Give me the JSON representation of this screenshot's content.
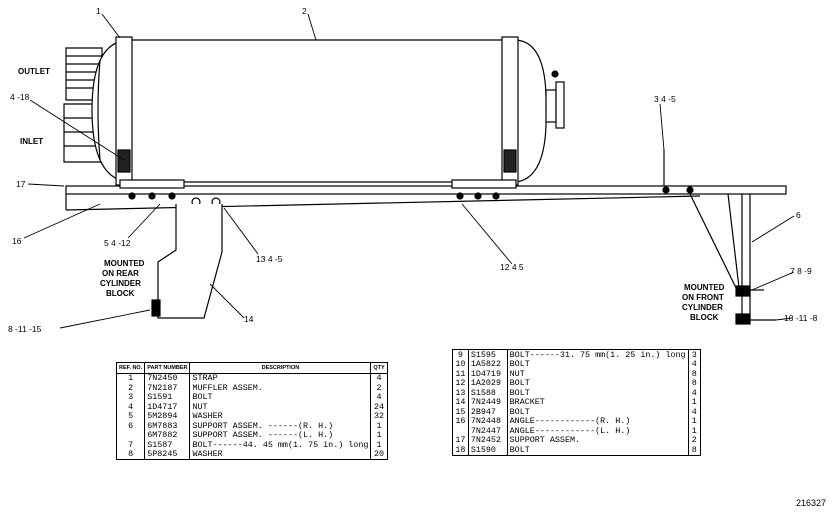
{
  "callouts": {
    "c1": "1",
    "c2": "2",
    "c4_18": "4 -18",
    "c3_4_5": "3 4 -5",
    "c17": "17",
    "c16": "16",
    "c5_4_12": "5 4 -12",
    "c13_4_5": "13 4 -5",
    "c12_4_5": "12  4  5",
    "c6": "6",
    "c7_8_9": "7 8 -9",
    "c10_11_8": "10 -11 -8",
    "c8_11_15": "8 -11 -15",
    "c14": "14"
  },
  "labels": {
    "outlet": "OUTLET",
    "inlet": "INLET",
    "rear_mount": [
      "MOUNTED",
      "ON REAR",
      "CYLINDER",
      "BLOCK"
    ],
    "front_mount": [
      "MOUNTED",
      "ON FRONT",
      "CYLINDER",
      "BLOCK"
    ]
  },
  "table_headers": {
    "ref": "REF. NO.",
    "part": "PART NUMBER",
    "desc": "DESCRIPTION",
    "qty": "QTY"
  },
  "parts_left": [
    {
      "ref": "1",
      "part": "7N2450",
      "desc": "STRAP",
      "qty": "4"
    },
    {
      "ref": "2",
      "part": "7N2187",
      "desc": "MUFFLER ASSEM.",
      "qty": "2"
    },
    {
      "ref": "3",
      "part": "S1591",
      "desc": "BOLT",
      "qty": "4"
    },
    {
      "ref": "4",
      "part": "1D4717",
      "desc": "NUT",
      "qty": "24"
    },
    {
      "ref": "5",
      "part": "5M2894",
      "desc": "WASHER",
      "qty": "32"
    },
    {
      "ref": "6",
      "part": "6M7883",
      "desc": "SUPPORT ASSEM. ------(R. H.)",
      "qty": "1"
    },
    {
      "ref": "",
      "part": "6M7882",
      "desc": "SUPPORT ASSEM. ------(L. H.)",
      "qty": "1"
    },
    {
      "ref": "7",
      "part": "S1587",
      "desc": "BOLT------44. 45 mm(1. 75 in.) long",
      "qty": "1"
    },
    {
      "ref": "8",
      "part": "5P8245",
      "desc": "WASHER",
      "qty": "20"
    }
  ],
  "parts_right": [
    {
      "ref": "9",
      "part": "S1595",
      "desc": "BOLT------31. 75 mm(1. 25 in.) long",
      "qty": "3"
    },
    {
      "ref": "10",
      "part": "1A5822",
      "desc": "BOLT",
      "qty": "4"
    },
    {
      "ref": "11",
      "part": "1D4719",
      "desc": "NUT",
      "qty": "8"
    },
    {
      "ref": "12",
      "part": "1A2029",
      "desc": "BOLT",
      "qty": "8"
    },
    {
      "ref": "13",
      "part": "S1588",
      "desc": "BOLT",
      "qty": "4"
    },
    {
      "ref": "14",
      "part": "7N2449",
      "desc": "BRACKET",
      "qty": "1"
    },
    {
      "ref": "15",
      "part": "2B947",
      "desc": "BOLT",
      "qty": "4"
    },
    {
      "ref": "16",
      "part": "7N2448",
      "desc": "ANGLE------------(R. H.)",
      "qty": "1"
    },
    {
      "ref": "",
      "part": "7N2447",
      "desc": "ANGLE------------(L. H.)",
      "qty": "1"
    },
    {
      "ref": "17",
      "part": "7N2452",
      "desc": "SUPPORT ASSEM.",
      "qty": "2"
    },
    {
      "ref": "18",
      "part": "S1590",
      "desc": "BOLT",
      "qty": "8"
    }
  ],
  "drawing_number": "216327"
}
